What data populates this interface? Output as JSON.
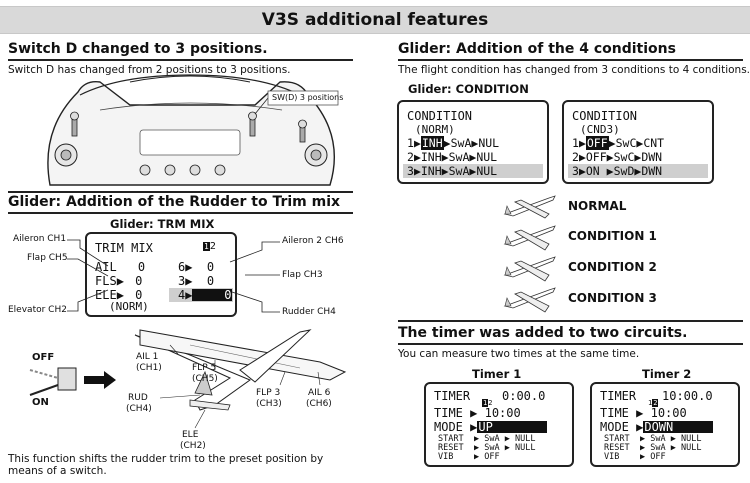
{
  "banner": {
    "title": "V3S additional features"
  },
  "switch_d": {
    "heading": "Switch D changed to 3 positions.",
    "desc": "Switch D has changed from 2 positions to 3 positions.",
    "callout": "SW(D) 3 positions"
  },
  "rudder": {
    "heading": "Glider: Addition of the Rudder to Trim mix",
    "sub": "Glider: TRM MIX",
    "lcd": {
      "title": "TRIM MIX",
      "num": "2",
      "rows": [
        {
          "left": "AIL",
          "lv": "0",
          "right": "6",
          "rv": "0"
        },
        {
          "left": "FLS",
          "lv": "0",
          "right": "3",
          "rv": "0"
        },
        {
          "left": "ELE",
          "lv": "0",
          "right": "4",
          "rv": "0"
        }
      ],
      "mode": "(NORM)"
    },
    "labels": {
      "ail1": "Aileron CH1",
      "flap5": "Flap CH5",
      "elev": "Elevator CH2",
      "ail2": "Aileron 2 CH6",
      "flap3": "Flap CH3",
      "rud": "Rudder CH4"
    },
    "switch": {
      "off": "OFF",
      "on": "ON"
    },
    "plane": {
      "ail1": "AIL 1",
      "ail1_ch": "(CH1)",
      "flp5": "FLP 5",
      "flp5_ch": "(CH5)",
      "rud": "RUD",
      "rud_ch": "(CH4)",
      "flp3": "FLP 3",
      "flp3_ch": "(CH3)",
      "ail6": "AIL 6",
      "ail6_ch": "(CH6)",
      "ele": "ELE",
      "ele_ch": "(CH2)"
    },
    "footer": "This function shifts the rudder trim to the preset position by means of a switch."
  },
  "conditions": {
    "heading": "Glider: Addition of the 4 conditions",
    "desc": "The flight condition has changed from 3 conditions to 4 conditions.",
    "sub": "Glider: CONDITION",
    "lcd1": {
      "title": "CONDITION",
      "mode": "(NORM)",
      "rows": [
        {
          "n": "1",
          "v": "INH",
          "sw": "SwA",
          "st": "NUL"
        },
        {
          "n": "2",
          "v": "INH",
          "sw": "SwA",
          "st": "NUL"
        },
        {
          "n": "3",
          "v": "INH",
          "sw": "SwA",
          "st": "NUL"
        }
      ]
    },
    "lcd2": {
      "title": "CONDITION",
      "mode": "(CND3)",
      "rows": [
        {
          "n": "1",
          "v": "OFF",
          "sw": "SwC",
          "st": "CNT"
        },
        {
          "n": "2",
          "v": "OFF",
          "sw": "SwC",
          "st": "DWN"
        },
        {
          "n": "3",
          "v": "ON",
          "sw": "SwD",
          "st": "DWN"
        }
      ]
    },
    "list": [
      "NORMAL",
      "CONDITION 1",
      "CONDITION 2",
      "CONDITION 3"
    ]
  },
  "timer": {
    "heading": "The timer was added to two circuits.",
    "desc": "You can measure two times at the same time.",
    "t1": {
      "label": "Timer 1",
      "title": "TIMER",
      "value": "0:00.0",
      "time_label": "TIME",
      "time": "10:00",
      "mode_label": "MODE",
      "mode": "UP",
      "start_label": "START",
      "start_sw": "SwA",
      "start_st": "NULL",
      "reset_label": "RESET",
      "reset_sw": "SwA",
      "reset_st": "NULL",
      "vib_label": "VIB",
      "vib": "OFF"
    },
    "t2": {
      "label": "Timer 2",
      "title": "TIMER",
      "value": "10:00.0",
      "time_label": "TIME",
      "time": "10:00",
      "mode_label": "MODE",
      "mode": "DOWN",
      "start_label": "START",
      "start_sw": "SwA",
      "start_st": "NULL",
      "reset_label": "RESET",
      "reset_sw": "SwA",
      "reset_st": "NULL",
      "vib_label": "VIB",
      "vib": "OFF"
    }
  }
}
